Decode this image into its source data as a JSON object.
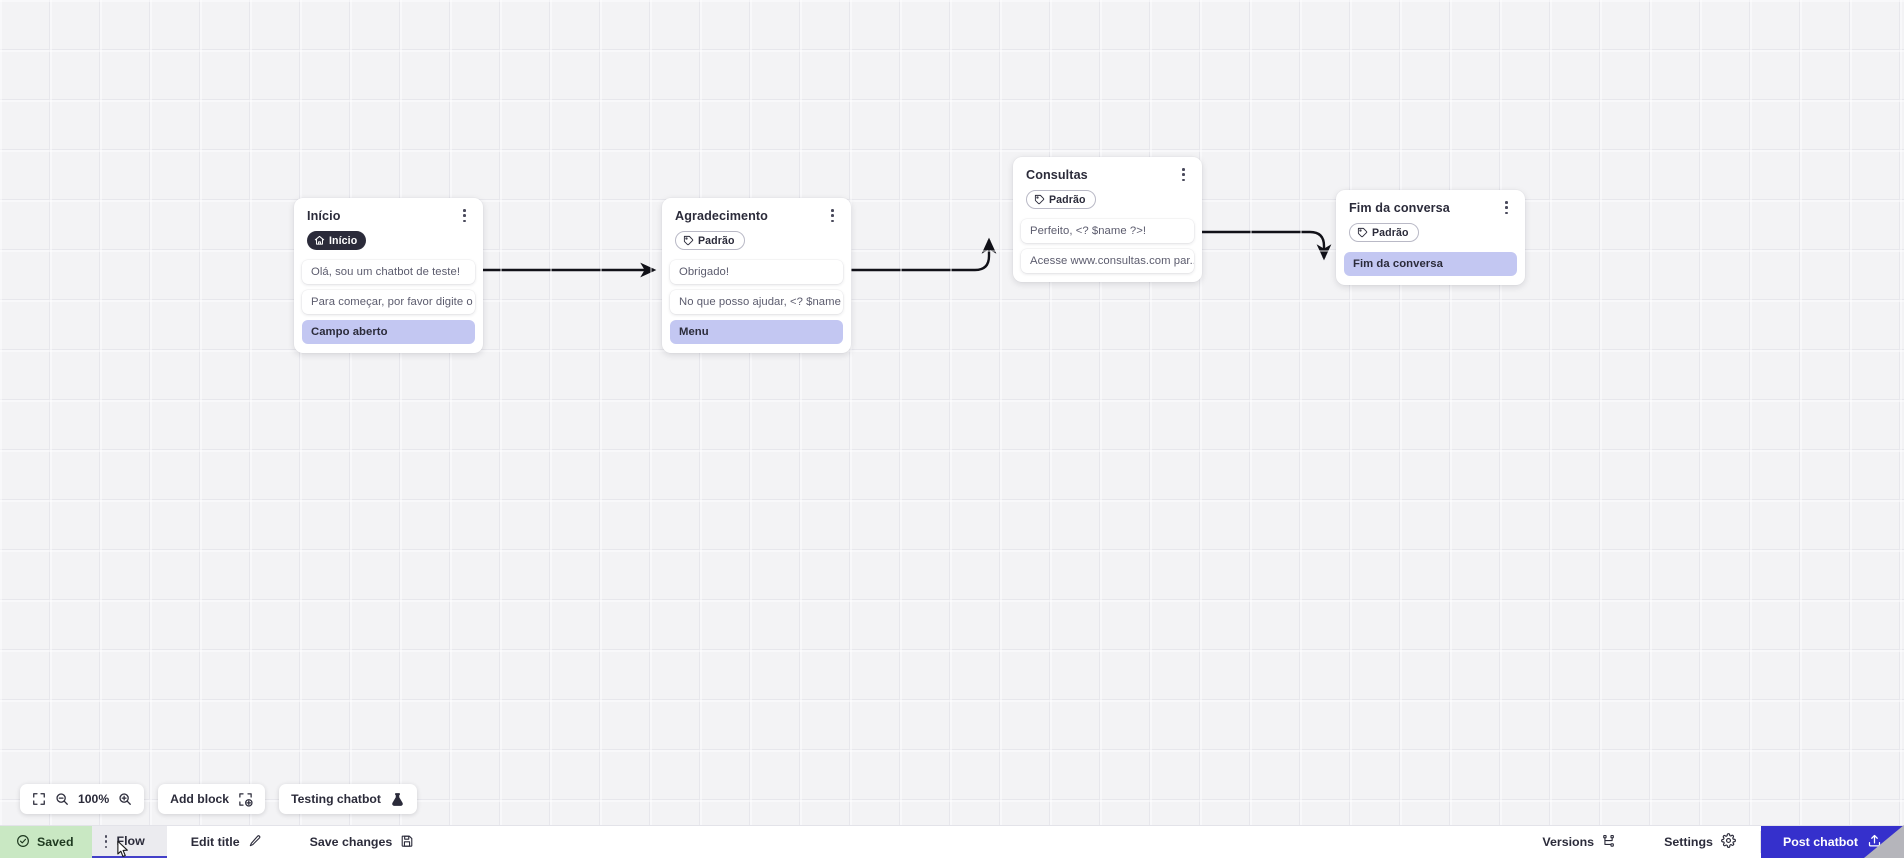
{
  "canvas": {
    "nodes": [
      {
        "id": "inicio",
        "title": "Início",
        "badge": {
          "label": "Início",
          "icon": "home-icon",
          "style": "dark"
        },
        "rows": [
          {
            "text": "Olá, sou um chatbot de teste!",
            "accent": false
          },
          {
            "text": "Para começar, por favor digite o ...",
            "accent": false
          },
          {
            "text": "Campo aberto",
            "accent": true
          }
        ]
      },
      {
        "id": "agradecimento",
        "title": "Agradecimento",
        "badge": {
          "label": "Padrão",
          "icon": "tag-icon",
          "style": "outline"
        },
        "rows": [
          {
            "text": "Obrigado!",
            "accent": false
          },
          {
            "text": "No que posso ajudar, <? $name ...",
            "accent": false
          },
          {
            "text": "Menu",
            "accent": true
          }
        ]
      },
      {
        "id": "consultas",
        "title": "Consultas",
        "badge": {
          "label": "Padrão",
          "icon": "tag-icon",
          "style": "outline"
        },
        "rows": [
          {
            "text": "Perfeito, <? $name ?>!",
            "accent": false
          },
          {
            "text": "Acesse www.consultas.com par...",
            "accent": false
          }
        ]
      },
      {
        "id": "fim",
        "title": "Fim da conversa",
        "badge": {
          "label": "Padrão",
          "icon": "tag-icon",
          "style": "outline"
        },
        "rows": [
          {
            "text": "Fim da conversa",
            "accent": true
          }
        ]
      }
    ]
  },
  "toolbar": {
    "fit_icon": "fit-screen-icon",
    "zoom_out_icon": "zoom-out-icon",
    "zoom_level": "100%",
    "zoom_in_icon": "zoom-in-icon",
    "add_block_label": "Add block",
    "add_block_icon": "add-block-icon",
    "testing_label": "Testing chatbot",
    "testing_icon": "flask-icon"
  },
  "bottombar": {
    "saved_label": "Saved",
    "saved_icon": "check-circle-icon",
    "saved_bg": "#c9e8c3",
    "flow_tab_label": "Flow",
    "flow_tab_grip_icon": "drag-handle-icon",
    "flow_tab_underline": "#4340c8",
    "edit_title_label": "Edit title",
    "edit_title_icon": "pencil-icon",
    "save_changes_label": "Save changes",
    "save_changes_icon": "floppy-disk-icon",
    "versions_label": "Versions",
    "versions_icon": "branch-icon",
    "settings_label": "Settings",
    "settings_icon": "gear-icon",
    "post_label": "Post chatbot",
    "post_icon": "upload-icon",
    "post_bg": "#3530cc"
  },
  "colors": {
    "canvas_bg": "#f3f3f5",
    "grid_line": "#e7e7ec",
    "accent_row": "#c3c7f2",
    "card_bg": "#ffffff",
    "edge": "#111118"
  }
}
